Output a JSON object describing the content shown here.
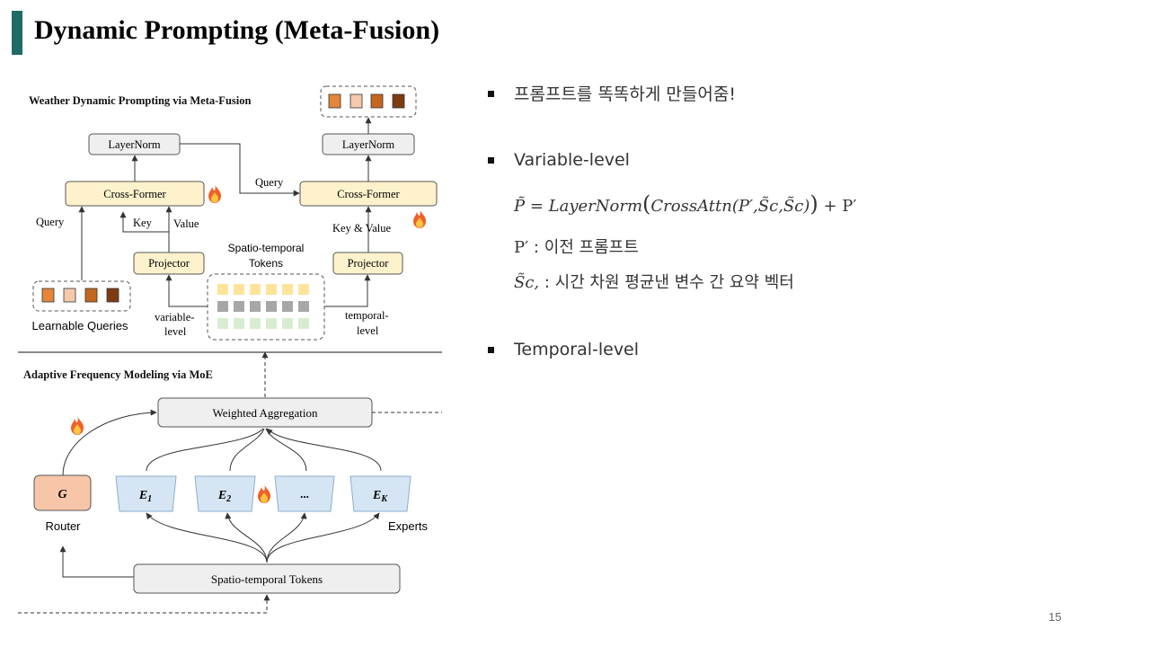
{
  "slide": {
    "title": "Dynamic Prompting (Meta-Fusion)",
    "page_number": "15",
    "accent_color": "#1f6b66"
  },
  "diagram": {
    "top_section_title": "Weather Dynamic Prompting via Meta-Fusion",
    "bottom_section_title": "Adaptive Frequency Modeling via MoE",
    "layernorm_left": "LayerNorm",
    "layernorm_right": "LayerNorm",
    "crossformer_left": "Cross-Former",
    "crossformer_right": "Cross-Former",
    "query_label_left": "Query",
    "query_label_mid": "Query",
    "key_label": "Key",
    "value_label": "Value",
    "key_value_label": "Key & Value",
    "projector_left": "Projector",
    "projector_right": "Projector",
    "tokens_label_line1": "Spatio-temporal",
    "tokens_label_line2": "Tokens",
    "learnable_queries": "Learnable Queries",
    "variable_level_line1": "variable-",
    "variable_level_line2": "level",
    "temporal_level_line1": "temporal-",
    "temporal_level_line2": "level",
    "weighted_aggregation": "Weighted Aggregation",
    "router_symbol": "G",
    "router_label": "Router",
    "experts": [
      "E",
      "E",
      "...",
      "E"
    ],
    "expert_subscripts": [
      "1",
      "2",
      "",
      "K"
    ],
    "experts_label": "Experts",
    "spatio_temporal_tokens": "Spatio-temporal Tokens",
    "fire_icon": "fire-icon",
    "query_colors": [
      "#e3853a",
      "#f5c9aa",
      "#c4661e",
      "#7e3b12"
    ],
    "token_colors": [
      "#fde49a",
      "#a7a7a7",
      "#d8edd0"
    ],
    "expert_color": "#d6e5f3",
    "router_color": "#f7c6a9",
    "module_color": "#fdf2cc",
    "layernorm_color": "#efefef"
  },
  "bullets": [
    {
      "text": "프롬프트를 똑똑하게 만들어줌!"
    },
    {
      "text": "Variable-level"
    },
    {
      "text": "Temporal-level"
    }
  ],
  "variable_level_details": {
    "formula": {
      "lhs": "P̃",
      "equals": " = ",
      "func1": "LayerNorm",
      "open1": "(",
      "func2": "CrossAttn",
      "args": "(P′,S̃c,S̃c)",
      "close1": ")",
      "plus": " + P′"
    },
    "p_prime_symbol": "P′",
    "p_prime_desc": " : 이전 프롬프트",
    "s_symbol": "S̃c,",
    "s_desc": " : 시간 차원 평균낸 변수 간 요약 벡터"
  }
}
